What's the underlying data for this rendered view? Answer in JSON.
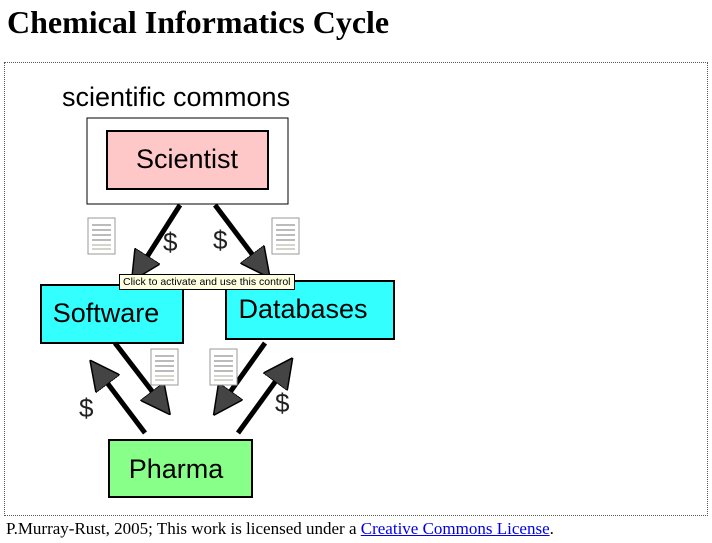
{
  "page": {
    "title": "Chemical Informatics Cycle"
  },
  "diagram": {
    "commons_label": "scientific commons",
    "scientist": "Scientist",
    "software": "Software",
    "databases": "Databases",
    "pharma": "Pharma",
    "dollar": "$",
    "icons": [
      "document-icon",
      "arrow-icon"
    ],
    "colors": {
      "scientist": "#ffc8c8",
      "software": "#33ffff",
      "databases": "#33ffff",
      "pharma": "#88ff88"
    }
  },
  "tooltip": {
    "text": "Click to activate and use this control"
  },
  "footer": {
    "text": "P.Murray-Rust, 2005; This work is licensed under a ",
    "link": "Creative Commons License",
    "end": "."
  }
}
